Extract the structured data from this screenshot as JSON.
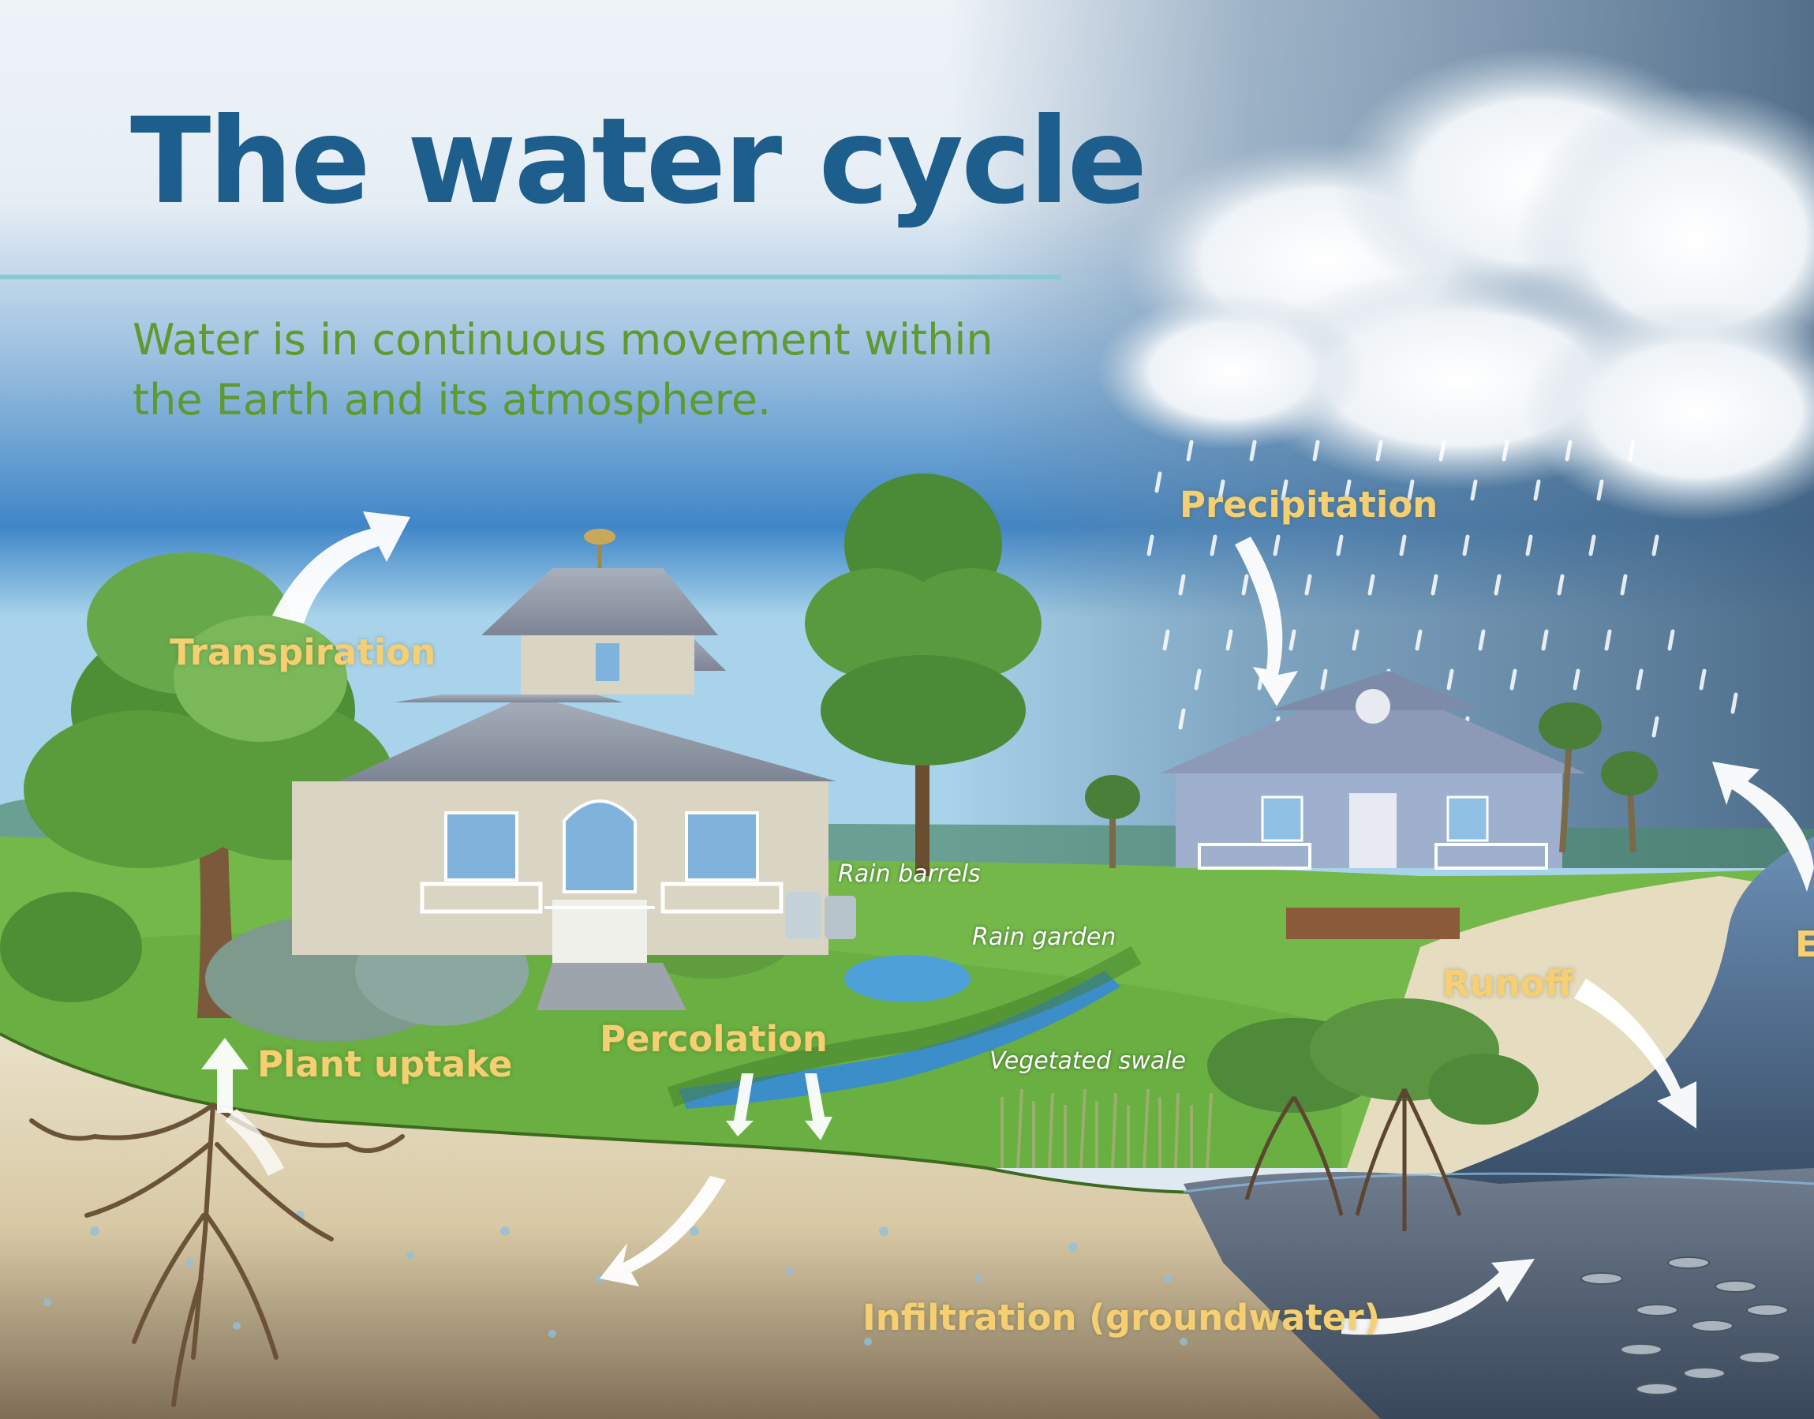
{
  "title": "The water cycle",
  "subtitle_lines": [
    "Water is in continuous movement within",
    "the Earth and its atmosphere."
  ],
  "labels": {
    "transpiration": "Transpiration",
    "precipitation": "Precipitation",
    "runoff": "Runoff",
    "percolation": "Percolation",
    "plant_uptake": "Plant uptake",
    "infiltration": "Infiltration (groundwater)",
    "evaporation_partial": "E"
  },
  "callouts": {
    "rain_barrels": "Rain barrels",
    "rain_garden": "Rain garden",
    "vegetated_swale": "Vegetated swale"
  },
  "colors": {
    "title": "#1d5e8c",
    "subtitle": "#5e9a2e",
    "labels": "#f6cf72",
    "rule": "#8cc8cf",
    "sky": "#3f86c7",
    "grass": "#6fb845",
    "soil": "#d9cfb4",
    "water": "#3b6fa6"
  }
}
